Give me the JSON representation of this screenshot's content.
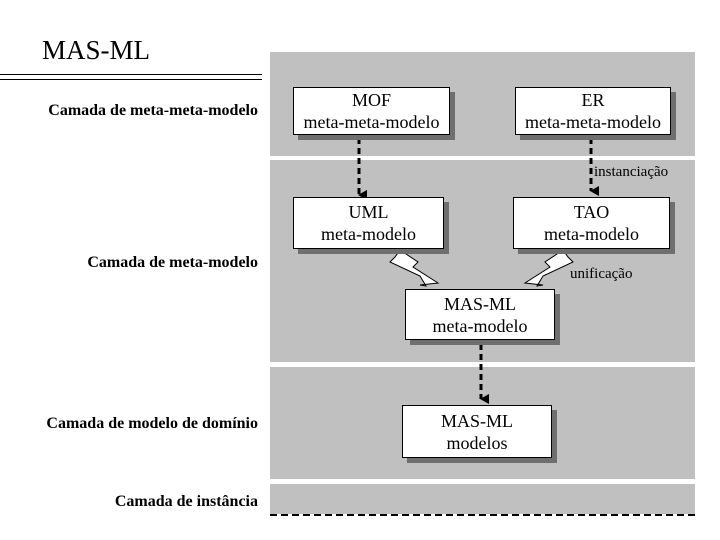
{
  "title": "MAS-ML",
  "layers": {
    "meta_meta": "Camada de meta-meta-modelo",
    "meta": "Camada de meta-modelo",
    "domain": "Camada de modelo de domínio",
    "instance": "Camada de instância"
  },
  "boxes": {
    "mof": {
      "line1": "MOF",
      "line2": "meta-meta-modelo"
    },
    "er": {
      "line1": "ER",
      "line2": "meta-meta-modelo"
    },
    "uml": {
      "line1": "UML",
      "line2": "meta-modelo"
    },
    "tao": {
      "line1": "TAO",
      "line2": "meta-modelo"
    },
    "masml_meta": {
      "line1": "MAS-ML",
      "line2": "meta-modelo"
    },
    "masml_models": {
      "line1": "MAS-ML",
      "line2": "modelos"
    }
  },
  "annotations": {
    "instantiation": "instanciação",
    "unification": "unificação"
  },
  "colors": {
    "band": "#c0c0c0",
    "box_fill": "#ffffff",
    "shadow": "#6f6f6f"
  }
}
